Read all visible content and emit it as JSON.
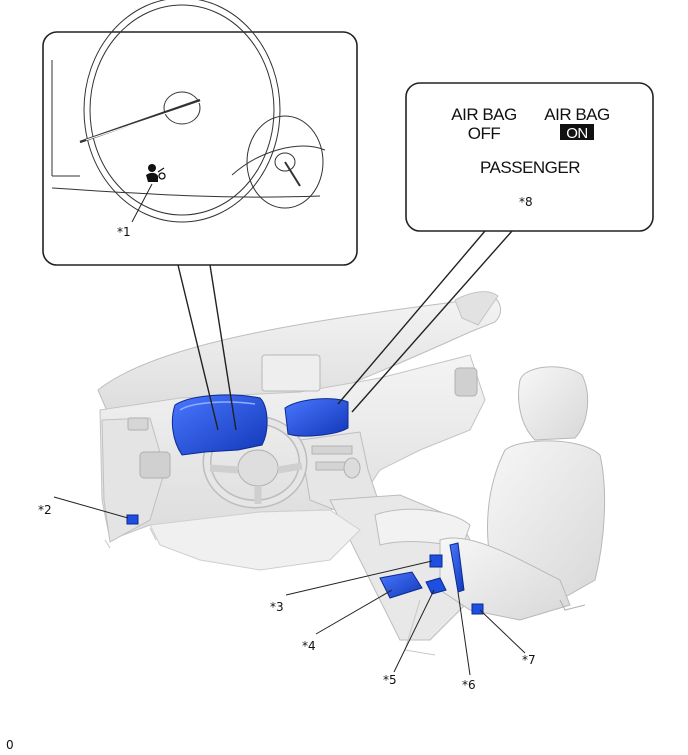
{
  "callout_right": {
    "airbag_off_line1": "AIR BAG",
    "airbag_off_line2": "OFF",
    "airbag_on_line1": "AIR BAG",
    "airbag_on_line2": "ON",
    "passenger": "PASSENGER"
  },
  "labels": {
    "l1": "*1",
    "l2": "*2",
    "l3": "*3",
    "l4": "*4",
    "l5": "*5",
    "l6": "*6",
    "l7": "*7",
    "l8": "*8"
  },
  "footer": "0",
  "colors": {
    "highlight": "#1f4fe0",
    "line": "#222222",
    "interior": "#ececec"
  }
}
